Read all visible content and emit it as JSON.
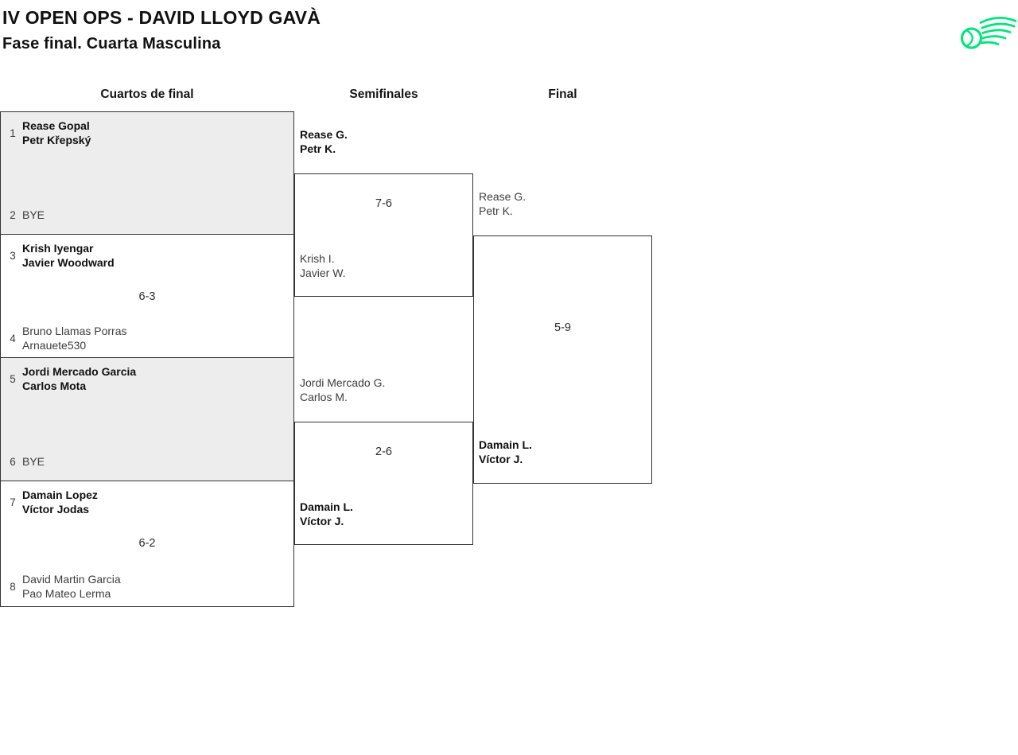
{
  "header": {
    "title": "IV OPEN OPS - DAVID LLOYD GAVÀ",
    "subtitle": "Fase final. Cuarta Masculina",
    "logo": {
      "name": "tennis-ball-swoosh",
      "color": "#00E57D"
    }
  },
  "columns": [
    "Cuartos de final",
    "Semifinales",
    "Final"
  ],
  "quarterfinals": [
    {
      "seed_top": "1",
      "top_line1": "Rease Gopal",
      "top_line2": "Petr Křepský",
      "seed_bottom": "2",
      "bottom_line1": "BYE",
      "bottom_line2": "",
      "score": "",
      "winner_side": "top"
    },
    {
      "seed_top": "3",
      "top_line1": "Krish Iyengar",
      "top_line2": "Javier Woodward",
      "seed_bottom": "4",
      "bottom_line1": "Bruno Llamas Porras",
      "bottom_line2": "Arnauete530",
      "score": "6-3",
      "winner_side": "top"
    },
    {
      "seed_top": "5",
      "top_line1": "Jordi Mercado Garcia",
      "top_line2": "Carlos Mota",
      "seed_bottom": "6",
      "bottom_line1": "BYE",
      "bottom_line2": "",
      "score": "",
      "winner_side": "top"
    },
    {
      "seed_top": "7",
      "top_line1": "Damain Lopez",
      "top_line2": "Víctor Jodas",
      "seed_bottom": "8",
      "bottom_line1": "David Martin Garcia",
      "bottom_line2": "Pao Mateo Lerma",
      "score": "6-2",
      "winner_side": "top"
    }
  ],
  "semifinals": [
    {
      "top_line1": "Rease G.",
      "top_line2": "Petr K.",
      "bottom_line1": "Krish I.",
      "bottom_line2": "Javier W.",
      "score": "7-6",
      "winner_side": "top"
    },
    {
      "top_line1": "Jordi Mercado G.",
      "top_line2": "Carlos M.",
      "bottom_line1": "Damain L.",
      "bottom_line2": "Víctor J.",
      "score": "2-6",
      "winner_side": "bottom"
    }
  ],
  "final": {
    "top_line1": "Rease G.",
    "top_line2": "Petr K.",
    "bottom_line1": "Damain L.",
    "bottom_line2": "Víctor J.",
    "score": "5-9",
    "winner_side": "bottom"
  }
}
